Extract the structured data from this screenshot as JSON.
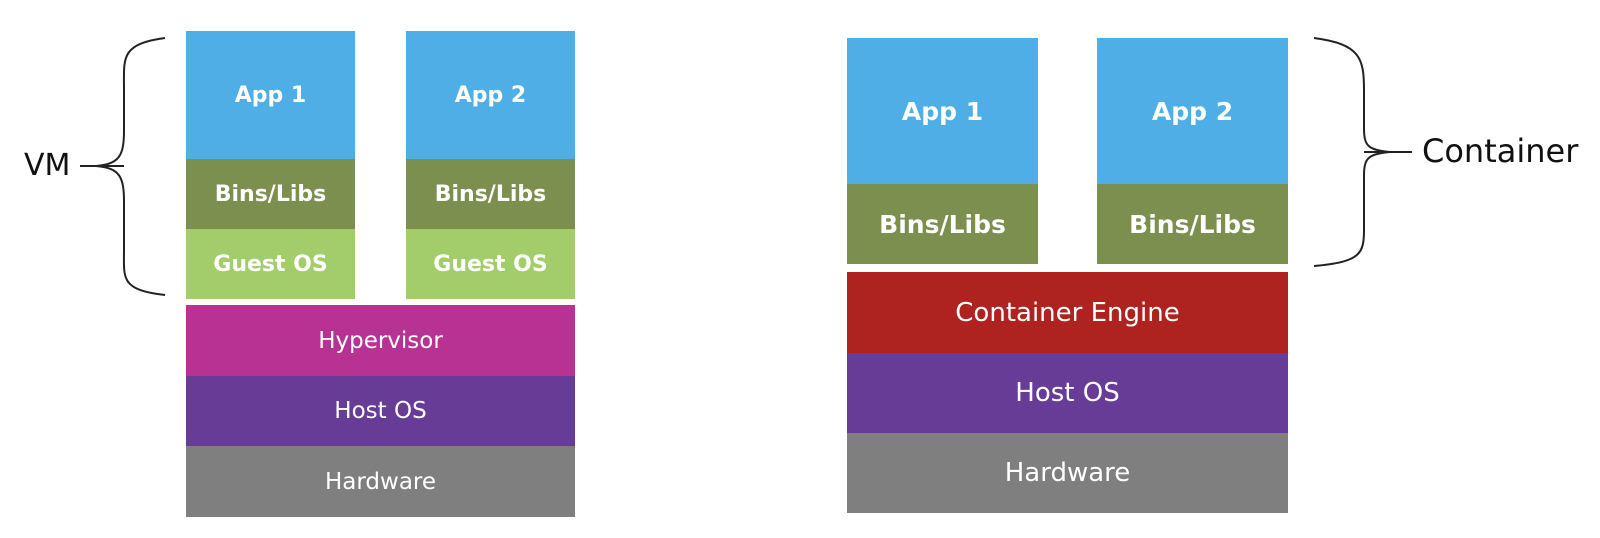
{
  "vm_stack": {
    "label": "VM",
    "app1": {
      "app": "App 1",
      "bins": "Bins/Libs",
      "guest_os": "Guest OS"
    },
    "app2": {
      "app": "App 2",
      "bins": "Bins/Libs",
      "guest_os": "Guest OS"
    },
    "hypervisor": "Hypervisor",
    "host_os": "Host OS",
    "hardware": "Hardware"
  },
  "container_stack": {
    "label": "Container",
    "app1": {
      "app": "App 1",
      "bins": "Bins/Libs"
    },
    "app2": {
      "app": "App 2",
      "bins": "Bins/Libs"
    },
    "engine": "Container Engine",
    "host_os": "Host OS",
    "hardware": "Hardware"
  },
  "colors": {
    "app": "#4faee6",
    "bins": "#7b8f4e",
    "guest_os": "#a3cc6a",
    "hypervisor": "#b83293",
    "engine": "#ae231f",
    "host_os": "#673c96",
    "hardware": "#7f7f7f"
  }
}
